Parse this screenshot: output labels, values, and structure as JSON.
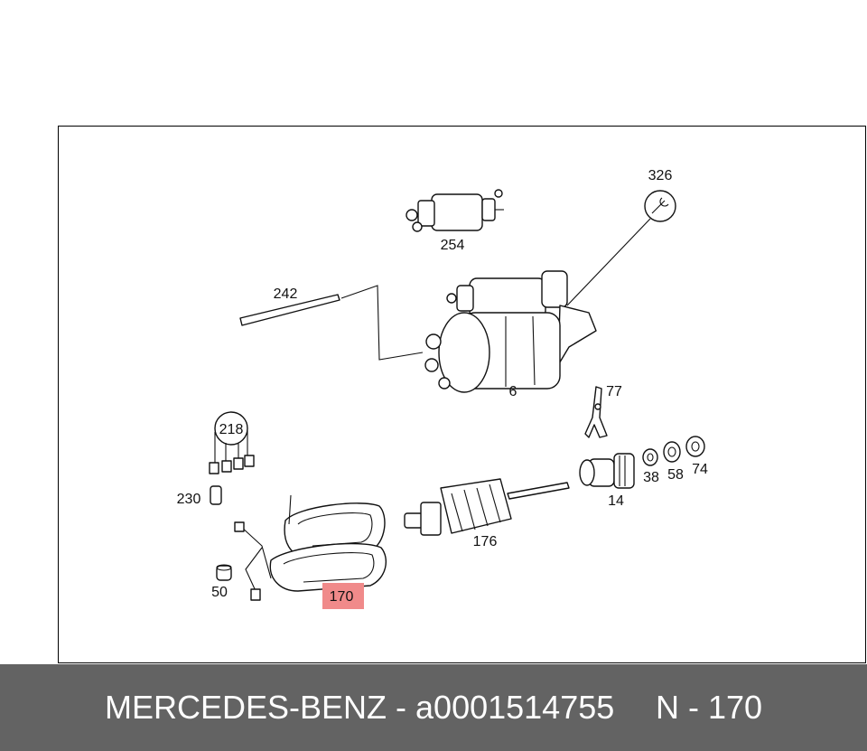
{
  "diagram": {
    "highlight_color": "#f08a8a",
    "callouts": {
      "p326": "326",
      "p254": "254",
      "p242": "242",
      "p6": "6",
      "p77": "77",
      "p218": "218",
      "p230": "230",
      "p14": "14",
      "p38": "38",
      "p58": "58",
      "p74": "74",
      "p176": "176",
      "p50": "50",
      "p170": "170"
    }
  },
  "footer": {
    "brand_part": "MERCEDES-BENZ - a0001514755",
    "position_code": "N - 170",
    "background": "#636363"
  }
}
